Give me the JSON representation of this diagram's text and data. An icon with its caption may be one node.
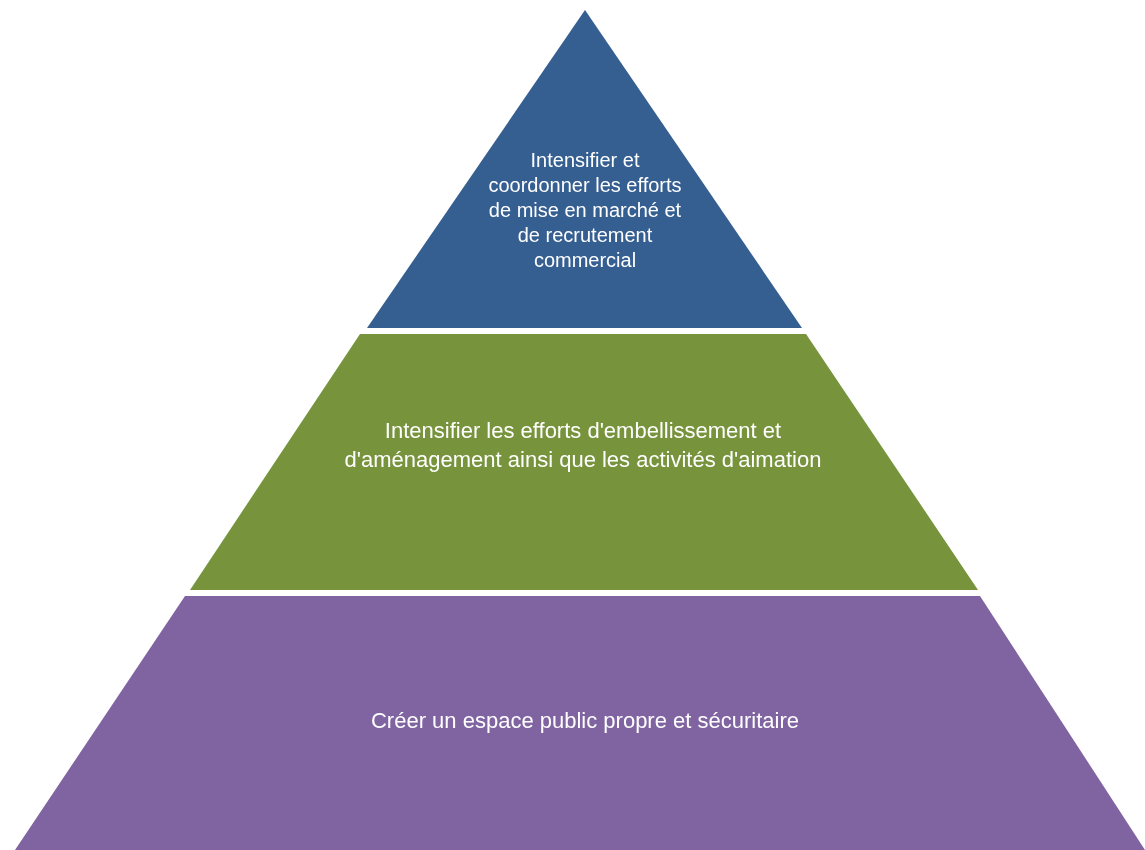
{
  "diagram": {
    "nodes": [
      {
        "text": [
          "Intensifier et coordonner les efforts de mise en marché et de recrutement commercial"
        ]
      },
      {
        "text": [
          "Intensifier les efforts d'embellissement et d'aménagement ainsi que les activités d'aimation"
        ]
      },
      {
        "text": [
          "Créer un espace public propre et sécuritaire"
        ]
      }
    ]
  }
}
